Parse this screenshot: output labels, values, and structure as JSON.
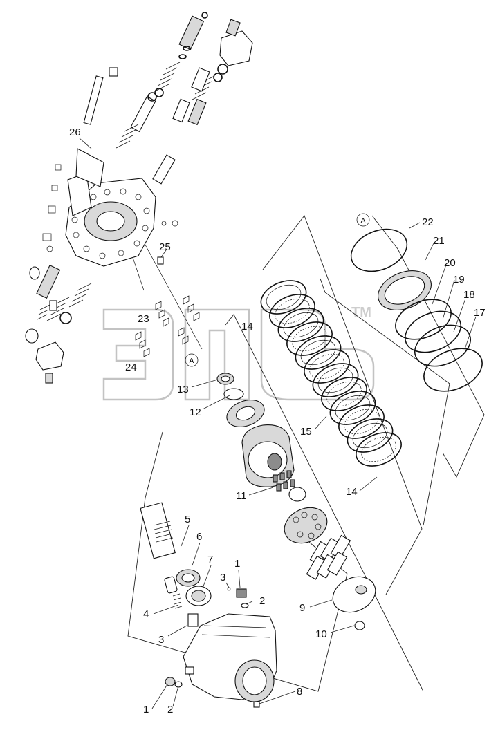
{
  "watermark": {
    "text": "ЭПФ",
    "trademark": "TM"
  },
  "section_marker": "A",
  "callouts": [
    {
      "id": "c1a",
      "label": "1"
    },
    {
      "id": "c1b",
      "label": "1"
    },
    {
      "id": "c2a",
      "label": "2"
    },
    {
      "id": "c2b",
      "label": "2"
    },
    {
      "id": "c3a",
      "label": "3"
    },
    {
      "id": "c3b",
      "label": "3"
    },
    {
      "id": "c4",
      "label": "4"
    },
    {
      "id": "c5",
      "label": "5"
    },
    {
      "id": "c6",
      "label": "6"
    },
    {
      "id": "c7",
      "label": "7"
    },
    {
      "id": "c8",
      "label": "8"
    },
    {
      "id": "c9",
      "label": "9"
    },
    {
      "id": "c10",
      "label": "10"
    },
    {
      "id": "c11",
      "label": "11"
    },
    {
      "id": "c12",
      "label": "12"
    },
    {
      "id": "c13",
      "label": "13"
    },
    {
      "id": "c14a",
      "label": "14"
    },
    {
      "id": "c14b",
      "label": "14"
    },
    {
      "id": "c15",
      "label": "15"
    },
    {
      "id": "c17",
      "label": "17"
    },
    {
      "id": "c18",
      "label": "18"
    },
    {
      "id": "c19",
      "label": "19"
    },
    {
      "id": "c20",
      "label": "20"
    },
    {
      "id": "c21",
      "label": "21"
    },
    {
      "id": "c22",
      "label": "22"
    },
    {
      "id": "c23",
      "label": "23"
    },
    {
      "id": "c24",
      "label": "24"
    },
    {
      "id": "c25",
      "label": "25"
    },
    {
      "id": "c26",
      "label": "26"
    }
  ]
}
